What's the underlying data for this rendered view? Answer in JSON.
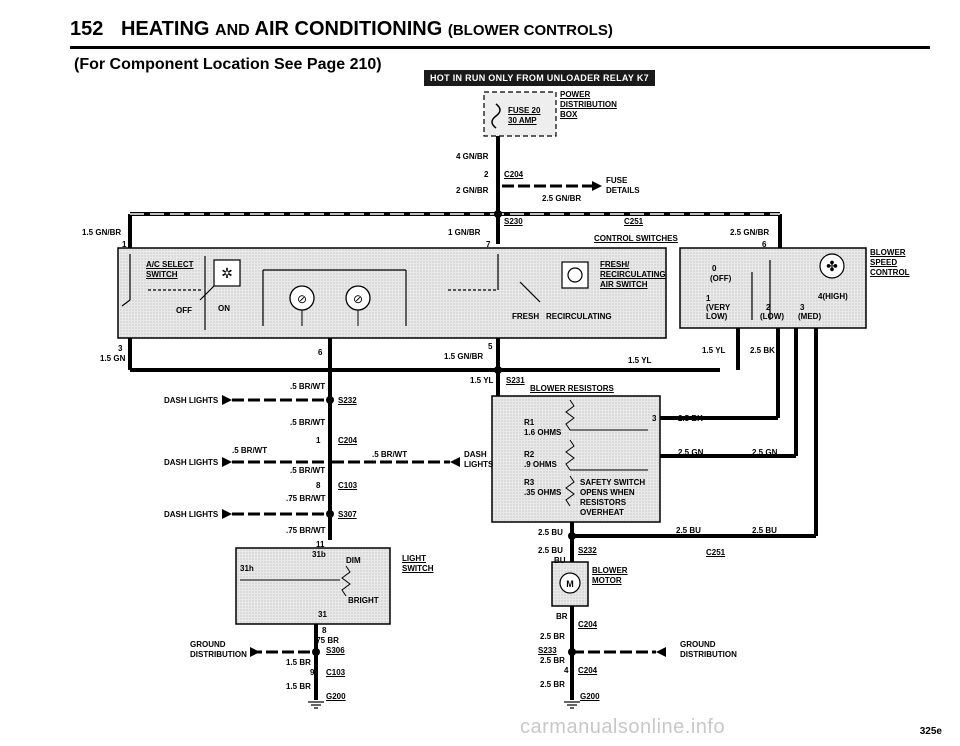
{
  "header": {
    "page_number": "152",
    "title": "HEATING",
    "title_and": "AND",
    "title_rest": "AIR CONDITIONING",
    "section": "(BLOWER CONTROLS)",
    "location_note": "(For Component Location See Page 210)",
    "banner": "HOT IN RUN ONLY FROM UNLOADER RELAY K7"
  },
  "labels": {
    "fuse": "FUSE 20",
    "fuse_amp": "30 AMP",
    "power_dist_1": "POWER",
    "power_dist_2": "DISTRIBUTION",
    "power_dist_3": "BOX",
    "wire_4gnbr": "4 GN/BR",
    "c204_top_pin": "2",
    "c204_top": "C204",
    "wire_2gnbr": "2 GN/BR",
    "fuse_details_1": "FUSE",
    "fuse_details_2": "DETAILS",
    "wire_25gnbr_mid": "2.5 GN/BR",
    "s230": "S230",
    "c251_top": "C251",
    "wire_15gnbr_left": "1.5 GN/BR",
    "wire_1gnbr": "1 GN/BR",
    "wire_25gnbr_right": "2.5 GN/BR",
    "control_switches": "CONTROL SWITCHES",
    "pin_1_top": "1",
    "pin_7_top": "7",
    "pin_6_top": "6",
    "ac_select_1": "A/C SELECT",
    "ac_select_2": "SWITCH",
    "off": "OFF",
    "on": "ON",
    "fresh_1": "FRESH/",
    "fresh_2": "RECIRCULATING",
    "fresh_3": "AIR SWITCH",
    "fresh": "FRESH",
    "recirc": "RECIRCULATING",
    "sw_0": "0",
    "sw_off": "(OFF)",
    "sw_1": "1",
    "sw_verylow": "(VERY",
    "sw_low1": "LOW)",
    "sw_2": "2",
    "sw_low2": "(LOW)",
    "sw_3": "3",
    "sw_med": "(MED)",
    "sw_4": "4(HIGH)",
    "blower_speed_1": "BLOWER",
    "blower_speed_2": "SPEED",
    "blower_speed_3": "CONTROL",
    "pin_3": "3",
    "wire_15gn": "1.5 GN",
    "pin_6_mid": "6",
    "pin_5": "5",
    "wire_15gnbr_mid": "1.5 GN/BR",
    "wire_15yl_a": "1.5 YL",
    "wire_15yl_b": "1.5 YL",
    "wire_25bk_top": "2.5 BK",
    "wire_15yl_c": "1.5 YL",
    "s231": "S231",
    "blower_resistors": "BLOWER RESISTORS",
    "wire_5brwt_a": ".5 BR/WT",
    "dash_lights_1": "DASH LIGHTS",
    "s232_top": "S232",
    "wire_5brwt_b": ".5 BR/WT",
    "c204_mid_pin": "1",
    "c204_mid": "C204",
    "wire_5brwt_c": ".5 BR/WT",
    "wire_5brwt_d": ".5 BR/WT",
    "dash_lights_2": "DASH LIGHTS",
    "dash_lights_3a": "DASH",
    "dash_lights_3b": "LIGHTS",
    "wire_5brwt_e": ".5 BR/WT",
    "c103_top_pin": "8",
    "c103_top": "C103",
    "wire_75brwt_a": ".75 BR/WT",
    "dash_lights_4": "DASH LIGHTS",
    "s307": "S307",
    "wire_75brwt_b": ".75 BR/WT",
    "pin_11": "11",
    "r1": "R1",
    "r1_ohms": "1.6 OHMS",
    "r2": "R2",
    "r2_ohms": ".9 OHMS",
    "r3": "R3",
    "r3_ohms": ".35 OHMS",
    "safety_1": "SAFETY SWITCH",
    "safety_2": "OPENS WHEN",
    "safety_3": "RESISTORS",
    "safety_4": "OVERHEAT",
    "res_pin_3": "3",
    "wire_25bk_r": "2.5 BK",
    "wire_25gn_a": "2.5 GN",
    "wire_25gn_b": "2.5 GN",
    "wire_25bu_a": "2.5 BU",
    "wire_25bu_b": "2.5 BU",
    "wire_25bu_c": "2.5 BU",
    "wire_25bu_d": "2.5 BU",
    "s232_bot": "S232",
    "c251_bot": "C251",
    "bu": "BU",
    "light_sw_31b": "31b",
    "light_sw_31h": "31h",
    "dim": "DIM",
    "bright": "BRIGHT",
    "light_sw_31": "31",
    "light_switch_1": "LIGHT",
    "light_switch_2": "SWITCH",
    "blower_motor_1": "BLOWER",
    "blower_motor_2": "MOTOR",
    "pin_8_bot": "8",
    "wire_75br": ".75 BR",
    "gnd_dist_left_1": "GROUND",
    "gnd_dist_left_2": "DISTRIBUTION",
    "s306": "S306",
    "wire_15br_a": "1.5 BR",
    "c103_bot_pin": "9",
    "c103_bot": "C103",
    "wire_15br_b": "1.5 BR",
    "g200_left": "G200",
    "br": "BR",
    "c204_bot_a": "C204",
    "wire_25br_a": "2.5 BR",
    "s233": "S233",
    "wire_25br_b": "2.5 BR",
    "c204_bot_pin": "4",
    "c204_bot_b": "C204",
    "wire_25br_c": "2.5 BR",
    "gnd_dist_right_1": "GROUND",
    "gnd_dist_right_2": "DISTRIBUTION",
    "g200_right": "G200",
    "page_code": "325e"
  },
  "watermark": "carmanualsonline.info"
}
